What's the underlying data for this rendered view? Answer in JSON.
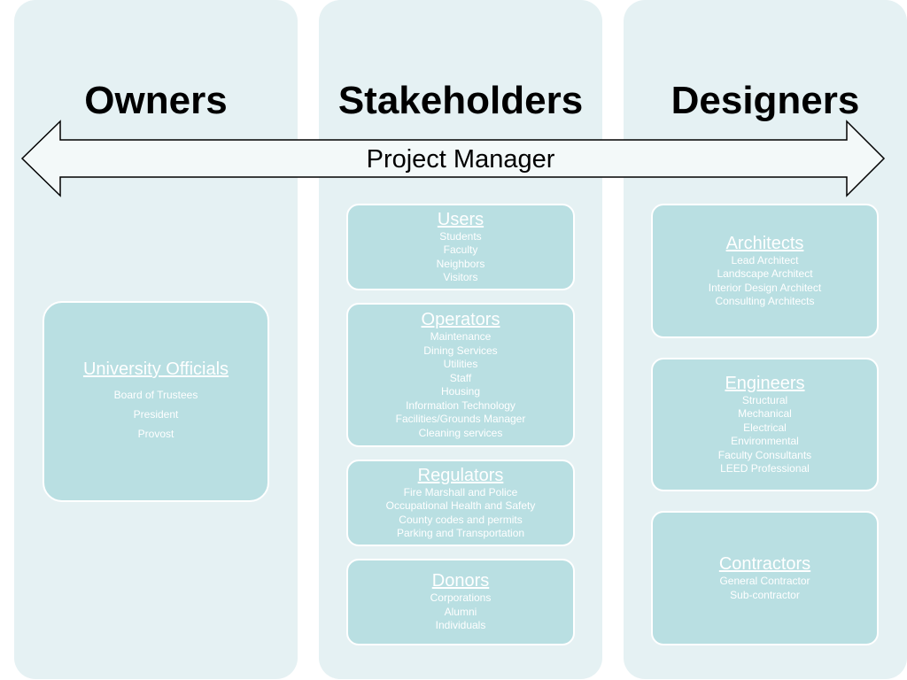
{
  "columns": {
    "owners": "Owners",
    "stakeholders": "Stakeholders",
    "designers": "Designers"
  },
  "arrow": {
    "label": "Project Manager"
  },
  "owners_boxes": {
    "university": {
      "title": "University Officials",
      "items": [
        "Board of Trustees",
        "President",
        "Provost"
      ]
    }
  },
  "stakeholder_boxes": {
    "users": {
      "title": "Users",
      "items": [
        "Students",
        "Faculty",
        "Neighbors",
        "Visitors"
      ]
    },
    "operators": {
      "title": "Operators",
      "items": [
        "Maintenance",
        "Dining Services",
        "Utilities",
        "Staff",
        "Housing",
        "Information Technology",
        "Facilities/Grounds Manager",
        "Cleaning services"
      ]
    },
    "regulators": {
      "title": "Regulators",
      "items": [
        "Fire Marshall and Police",
        "Occupational Health and Safety",
        "County codes and permits",
        "Parking and Transportation"
      ]
    },
    "donors": {
      "title": "Donors",
      "items": [
        "Corporations",
        "Alumni",
        "Individuals"
      ]
    }
  },
  "designer_boxes": {
    "architects": {
      "title": "Architects",
      "items": [
        "Lead Architect",
        "Landscape Architect",
        "Interior Design Architect",
        "Consulting Architects"
      ]
    },
    "engineers": {
      "title": "Engineers",
      "items": [
        "Structural",
        "Mechanical",
        "Electrical",
        "Environmental",
        "Faculty Consultants",
        "LEED Professional"
      ]
    },
    "contractors": {
      "title": "Contractors",
      "items": [
        "General Contractor",
        "Sub-contractor"
      ]
    }
  },
  "colors": {
    "column_background": "#e5f1f3",
    "box_fill": "#b9dfe2",
    "box_text": "#ffffff",
    "heading_text": "#000000",
    "arrow_fill": "#f3f9f9",
    "arrow_stroke": "#000000"
  }
}
